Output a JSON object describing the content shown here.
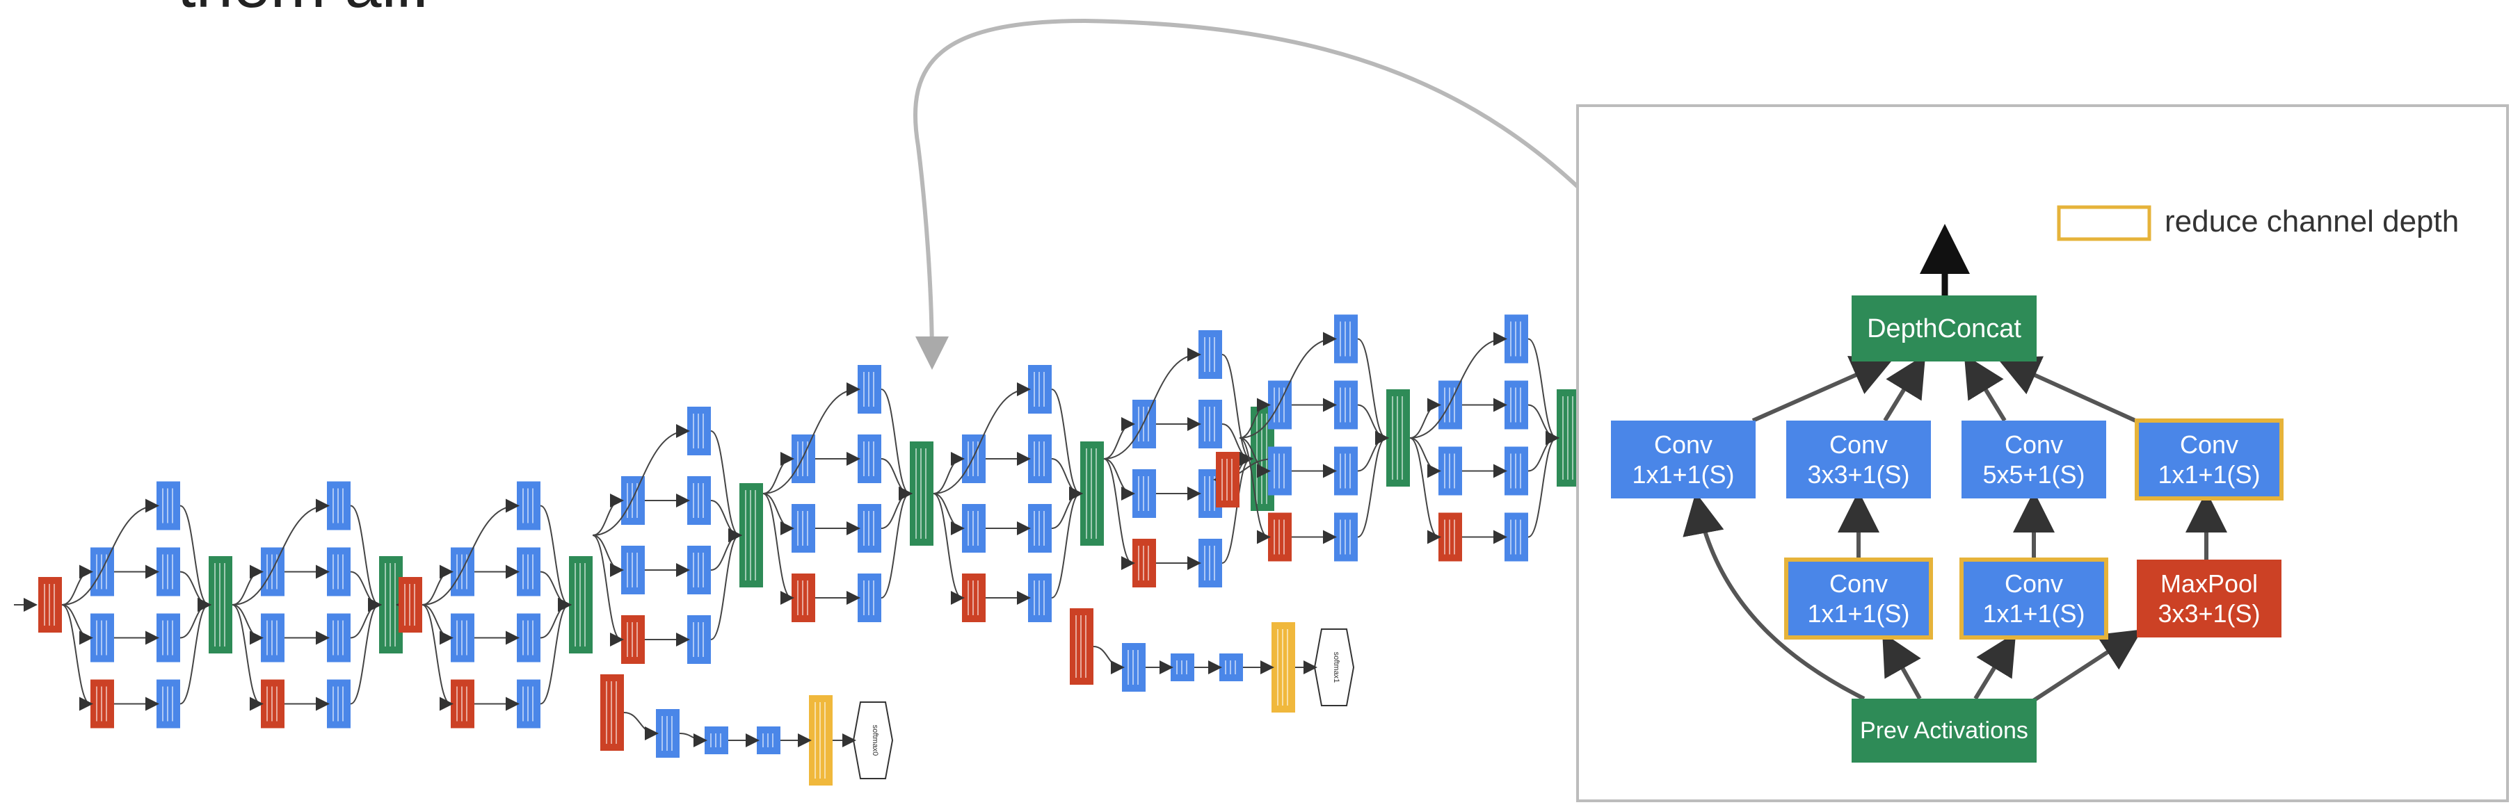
{
  "headline": "them all.",
  "colors": {
    "conv": "#4a86e8",
    "pool": "#cc4125",
    "concat": "#2e8b57",
    "softmax": "#f0b83c",
    "arrow": "#555555",
    "highlight_border": "#e6b33a",
    "panel_border": "#bbbbbb"
  },
  "inception_module": {
    "legend_label": "reduce channel depth",
    "concat_label": "DepthConcat",
    "prev_label": "Prev Activations",
    "top_row": [
      {
        "line1": "Conv",
        "line2": "1x1+1(S)",
        "reduce": false
      },
      {
        "line1": "Conv",
        "line2": "3x3+1(S)",
        "reduce": false
      },
      {
        "line1": "Conv",
        "line2": "5x5+1(S)",
        "reduce": false
      },
      {
        "line1": "Conv",
        "line2": "1x1+1(S)",
        "reduce": true
      }
    ],
    "bottom_row": [
      {
        "line1": "Conv",
        "line2": "1x1+1(S)",
        "reduce": true,
        "kind": "conv"
      },
      {
        "line1": "Conv",
        "line2": "1x1+1(S)",
        "reduce": true,
        "kind": "conv"
      },
      {
        "line1": "MaxPool",
        "line2": "3x3+1(S)",
        "reduce": false,
        "kind": "pool"
      }
    ]
  },
  "network": {
    "softmax_labels": [
      "softmax0",
      "softmax1"
    ]
  }
}
